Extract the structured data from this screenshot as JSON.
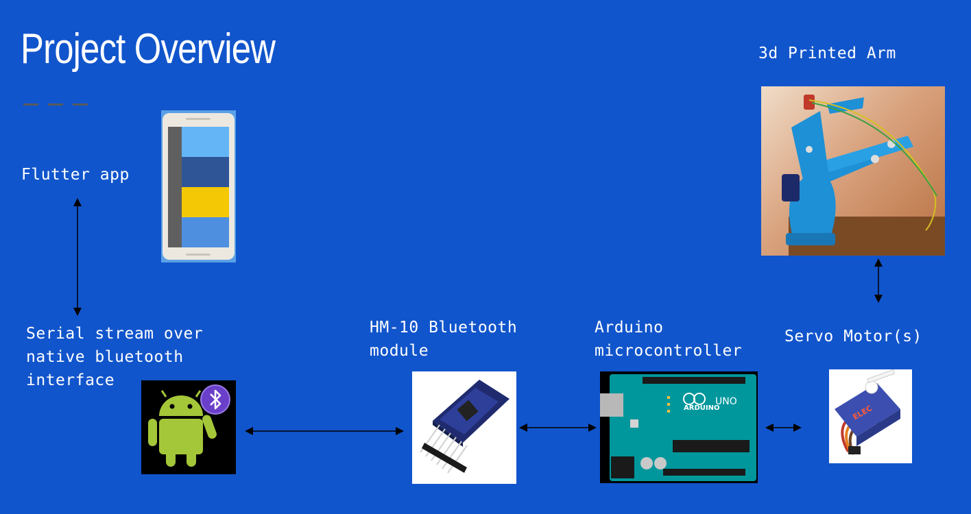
{
  "slide": {
    "title": "Project Overview",
    "background": "#1155CC"
  },
  "labels": {
    "flutter_app": "Flutter app",
    "serial_line1": "Serial stream over",
    "serial_line2": "native bluetooth",
    "serial_line3": "interface",
    "hm10_line1": "HM-10 Bluetooth",
    "hm10_line2": "module",
    "arduino_line1": "Arduino",
    "arduino_line2": "microcontroller",
    "servo": "Servo Motor(s)",
    "arm": "3d Printed Arm"
  },
  "images": {
    "phone": "phone-app-illustration",
    "android": "android-bluetooth-icon",
    "hm10": "hm10-module-photo",
    "arduino": "arduino-uno-board",
    "servo": "servo-motor-photo",
    "arm": "3d-printed-arm-photo"
  },
  "image_text": {
    "arduino_logo": "ARDUINO",
    "arduino_model": "UNO",
    "servo_brand": "ELEC"
  },
  "colors": {
    "phone_stripes": [
      "#64B5F6",
      "#2F5597",
      "#F4C804",
      "#4F8FE0"
    ],
    "android_green": "#A4C639",
    "bluetooth_badge": "#6A3FC9",
    "arduino_teal": "#00979C",
    "arm_blue": "#1E90D6"
  }
}
